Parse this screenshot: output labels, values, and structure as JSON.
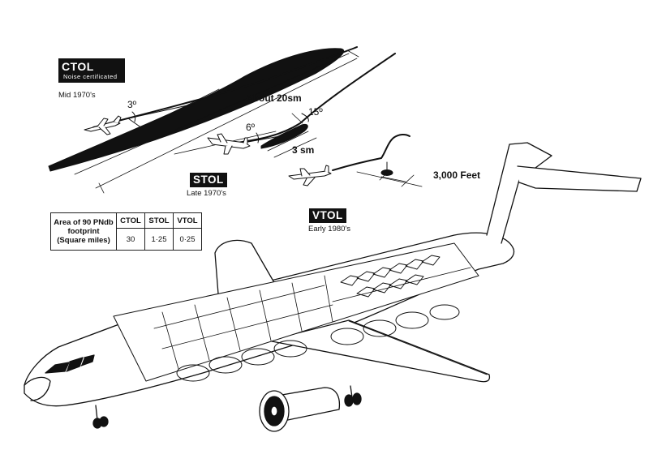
{
  "ctol": {
    "code": "CTOL",
    "certification": "Noise certificated",
    "date": "Mid 1970's",
    "angle": "3º",
    "footprint_length": "About 20sm"
  },
  "stol": {
    "code": "STOL",
    "date": "Late 1970's",
    "angle": "6º",
    "steep_angle": "15º",
    "footprint_length": "3 sm"
  },
  "vtol": {
    "code": "VTOL",
    "date": "Early 1980's",
    "footprint_length": "3,000 Feet"
  },
  "footprint_table": {
    "row_header": "Area of 90 PNdb footprint (Square miles)",
    "columns": [
      "CTOL",
      "STOL",
      "VTOL"
    ],
    "values": [
      "30",
      "1·25",
      "0·25"
    ]
  }
}
